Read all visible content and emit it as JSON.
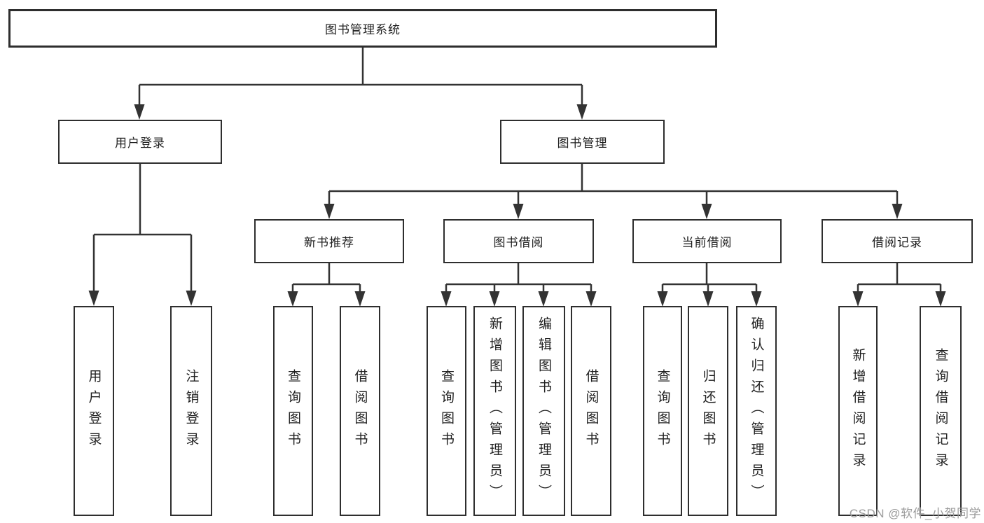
{
  "diagram": {
    "root": {
      "label": "图书管理系统",
      "children": [
        {
          "label": "用户登录",
          "children": [
            {
              "label": "用户登录"
            },
            {
              "label": "注销登录"
            }
          ]
        },
        {
          "label": "图书管理",
          "children": [
            {
              "label": "新书推荐",
              "children": [
                {
                  "label": "查询图书"
                },
                {
                  "label": "借阅图书"
                }
              ]
            },
            {
              "label": "图书借阅",
              "children": [
                {
                  "label": "查询图书"
                },
                {
                  "label": "新增图书（管理员）"
                },
                {
                  "label": "编辑图书（管理员）"
                },
                {
                  "label": "借阅图书"
                }
              ]
            },
            {
              "label": "当前借阅",
              "children": [
                {
                  "label": "查询图书"
                },
                {
                  "label": "归还图书"
                },
                {
                  "label": "确认归还（管理员）"
                }
              ]
            },
            {
              "label": "借阅记录",
              "children": [
                {
                  "label": "新增借阅记录"
                },
                {
                  "label": "查询借阅记录"
                }
              ]
            }
          ]
        }
      ]
    }
  },
  "watermark": {
    "text": "CSDN @软件_小贺同学"
  },
  "colors": {
    "line": "#333333",
    "box_border": "#2e2e2e",
    "text": "#1f1f1f",
    "background": "#ffffff",
    "watermark": "#9b9b9b"
  }
}
